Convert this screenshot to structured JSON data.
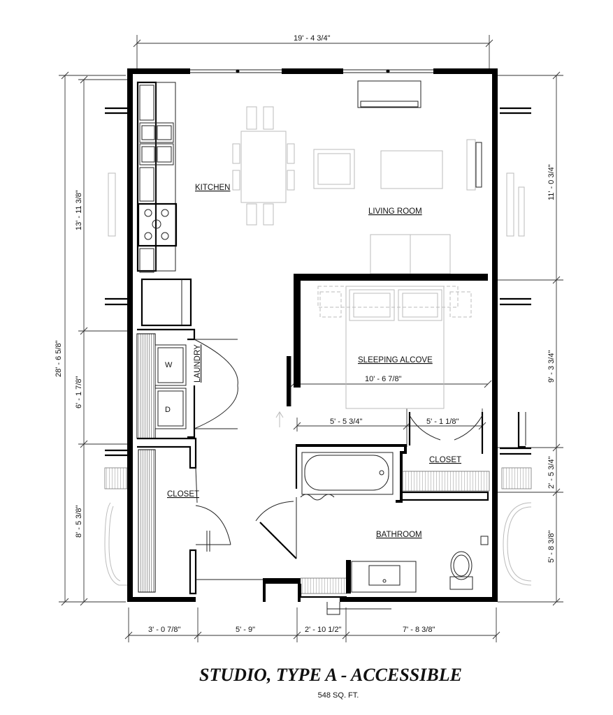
{
  "title": "STUDIO, TYPE A - ACCESSIBLE",
  "area": "548 SQ. FT.",
  "rooms": {
    "kitchen": "KITCHEN",
    "living_room": "LIVING ROOM",
    "sleeping_alcove": "SLEEPING ALCOVE",
    "laundry": "LAUNDRY",
    "closet_left": "CLOSET",
    "closet_right": "CLOSET",
    "bathroom": "BATHROOM"
  },
  "appliances": {
    "washer": "W",
    "dryer": "D"
  },
  "dimensions": {
    "top_overall": "19' - 4 3/4\"",
    "left_overall": "28' - 6 5/8\"",
    "left_upper": "13' - 11 3/8\"",
    "left_middle": "6' - 1 7/8\"",
    "left_lower": "8' - 5 3/8\"",
    "right_upper": "11' - 0 3/4\"",
    "right_middle": "9' - 3 3/4\"",
    "right_small": "2' - 5 3/4\"",
    "right_lower": "5' - 8 3/8\"",
    "alcove_width": "10' - 6 7/8\"",
    "interior_left": "5' - 5 3/4\"",
    "interior_right": "5' - 1 1/8\"",
    "bottom_1": "3' - 0 7/8\"",
    "bottom_2": "5' - 9\"",
    "bottom_3": "2' - 10 1/2\"",
    "bottom_4": "7' - 8 3/8\""
  }
}
